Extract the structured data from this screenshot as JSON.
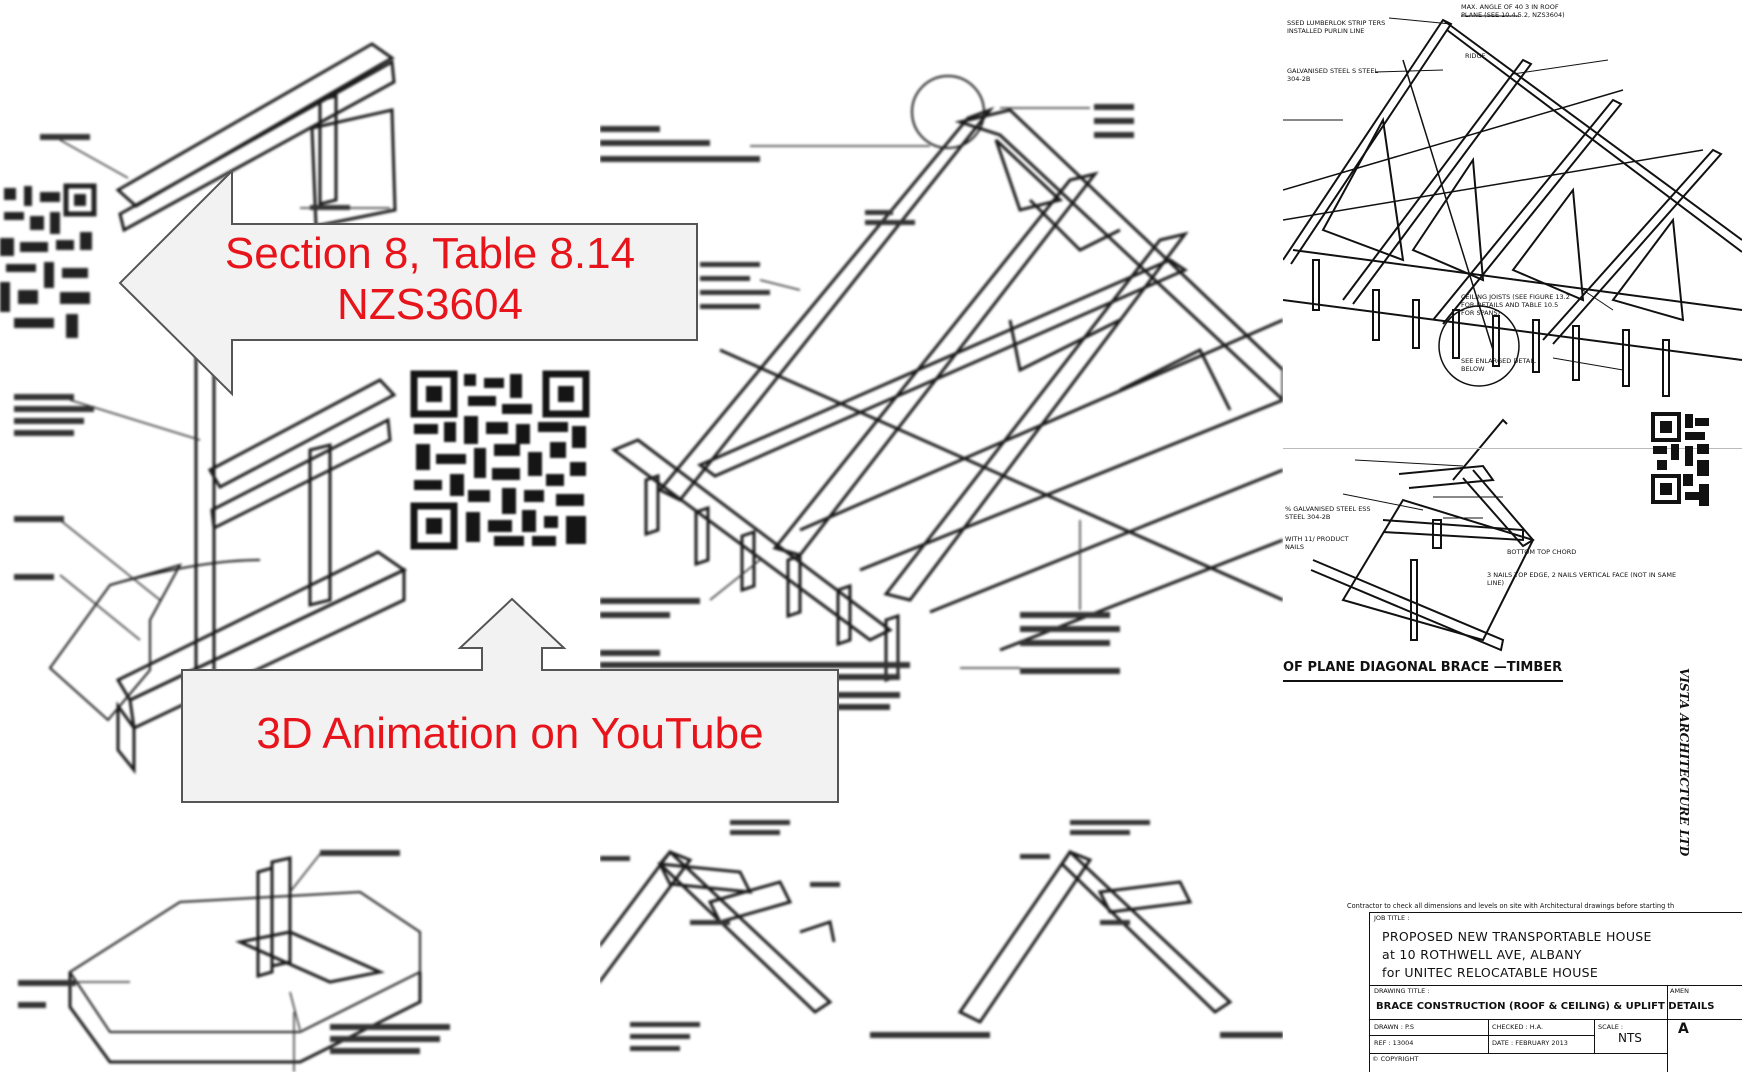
{
  "callouts": {
    "section_line1": "Section 8, Table 8.14",
    "section_line2": "NZS3604",
    "youtube": "3D Animation on YouTube"
  },
  "right_sheet": {
    "detail_title": "OF PLANE DIAGONAL BRACE —TIMBER",
    "labels": {
      "max_angle": "MAX. ANGLE OF 40 3 IN ROOF PLANE (SEE 10.4.5.2, NZS3604)",
      "ridge": "RIDGE",
      "ceiling_joists": "CEILING JOISTS (SEE FIGURE 13.2 FOR DETAILS AND TABLE 10.5 FOR SPANS)",
      "see_enlarged": "SEE ENLARGED DETAIL BELOW",
      "strip": "SSED LUMBERLOK STRIP TERS INSTALLED PURLIN LINE",
      "galv_top": "GALVANISED STEEL S STEEL 304-2B",
      "galv_bottom": "% GALVANISED STEEL ESS STEEL 304-2B",
      "nails": "WITH 11/ PRODUCT NAILS",
      "bottom_chord": "BOTTOM TOP CHORD",
      "nails_detail": "3 NAILS TOP EDGE, 2 NAILS VERTICAL FACE (NOT IN SAME LINE)"
    },
    "firm": "VISTA ARCHITECTURE LTD",
    "contractor_note": "Contractor to check all dimensions and levels on site with Architectural drawings before starting th",
    "title_block": {
      "job_title_label": "JOB TITLE :",
      "job_line1": "PROPOSED NEW TRANSPORTABLE HOUSE",
      "job_line2": "at 10 ROTHWELL AVE, ALBANY",
      "job_line3": "for UNITEC RELOCATABLE HOUSE",
      "drawing_title_label": "DRAWING TITLE :",
      "drawing_title": "BRACE CONSTRUCTION (ROOF & CEILING) & UPLIFT DETAILS",
      "drawn": "DRAWN : P.S",
      "checked": "CHECKED : H.A.",
      "scale_label": "SCALE :",
      "scale": "NTS",
      "ref": "REF : 13004",
      "date": "DATE : FEBRUARY 2013",
      "copyright": "© COPYRIGHT",
      "amend": "AMEN",
      "sheet": "A"
    }
  },
  "colors": {
    "callout_fill": "#f2f2f2",
    "callout_stroke": "#555555",
    "callout_text": "#e8141b",
    "ink": "#111111"
  }
}
